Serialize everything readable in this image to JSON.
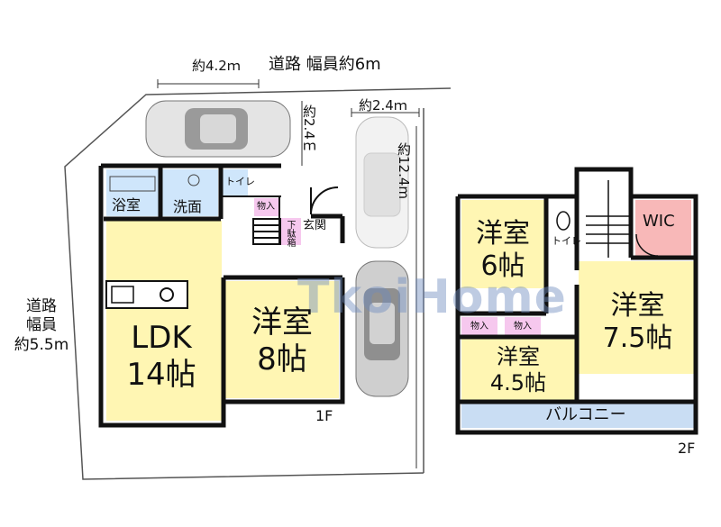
{
  "road_top": {
    "dim_label": "約4.2ｍ",
    "label": "道路 幅員約6m"
  },
  "road_left": {
    "line1": "道路",
    "line2": "幅員",
    "line3": "約5.5m"
  },
  "parking": {
    "top_car_depth": "約2.4ｍ",
    "right_width": "約2.4ｍ",
    "right_length": "約12.4m"
  },
  "floor1": {
    "floor_label": "1F",
    "bath": "浴室",
    "washroom": "洗面",
    "toilet": "トイレ",
    "storage": "物入",
    "shoe_storage": "下駄箱",
    "entrance": "玄関",
    "ldk_line1": "LDK",
    "ldk_line2": "14帖",
    "western_line1": "洋室",
    "western_line2": "8帖"
  },
  "floor2": {
    "floor_label": "2F",
    "room_a_line1": "洋室",
    "room_a_line2": "6帖",
    "toilet": "トイレ",
    "wic": "WIC",
    "room_b_line1": "洋室",
    "room_b_line2": "7.5帖",
    "storage_a": "物入",
    "storage_b": "物入",
    "room_c_line1": "洋室",
    "room_c_line2": "4.5帖",
    "balcony": "バルコニー"
  },
  "watermark": "TkoiHome",
  "colors": {
    "room_fill": "#fff6b3",
    "wet_fill": "#cfe6fb",
    "storage_fill": "#f6c8ee",
    "wic_fill": "#f8b8b8",
    "balcony_fill": "#c9ddf3",
    "wall": "#111111",
    "lot_line": "#555555"
  }
}
